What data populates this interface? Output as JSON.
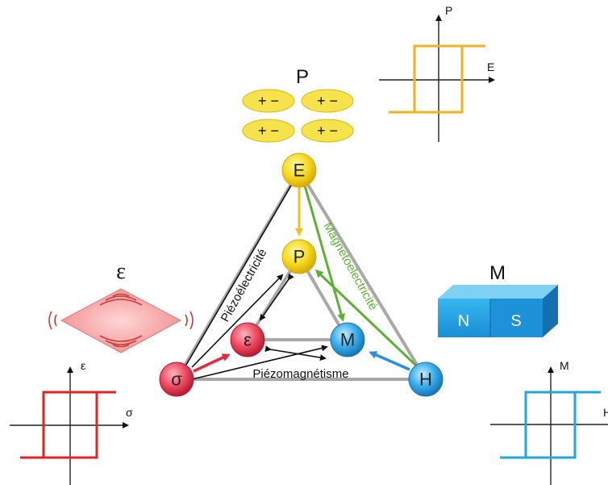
{
  "colors": {
    "yellow": "#f2d21b",
    "red": "#e83a4f",
    "blue": "#2ba3e3",
    "green": "#5cb135",
    "orange_loop": "#f2b21e",
    "red_loop": "#e52222",
    "blue_loop": "#22a6dc",
    "gray_edge": "#aaaaaa"
  },
  "nodes": {
    "E": "E",
    "P": "P",
    "sigma": "σ",
    "epsilon": "ε",
    "M": "M",
    "H": "H"
  },
  "polarization": {
    "title": "P",
    "dipole_label": "+ −"
  },
  "edges": {
    "piezoelectric": "Piézoélectricité",
    "magnetoelectric": "Magnetoelectricité",
    "piezomagnetic": "Piézomagnétisme"
  },
  "strain_panel": {
    "title": "ε",
    "icon": "vibrating-plate-icon"
  },
  "magnet_panel": {
    "title": "M",
    "north": "N",
    "south": "S",
    "icon": "bar-magnet-icon"
  },
  "hysteresis_pe": {
    "y_label": "P",
    "x_label": "E",
    "color": "#f2b21e"
  },
  "hysteresis_es": {
    "y_label": "ε",
    "x_label": "σ",
    "color": "#e52222"
  },
  "hysteresis_mh": {
    "y_label": "M",
    "x_label": "H",
    "color": "#22a6dc"
  }
}
